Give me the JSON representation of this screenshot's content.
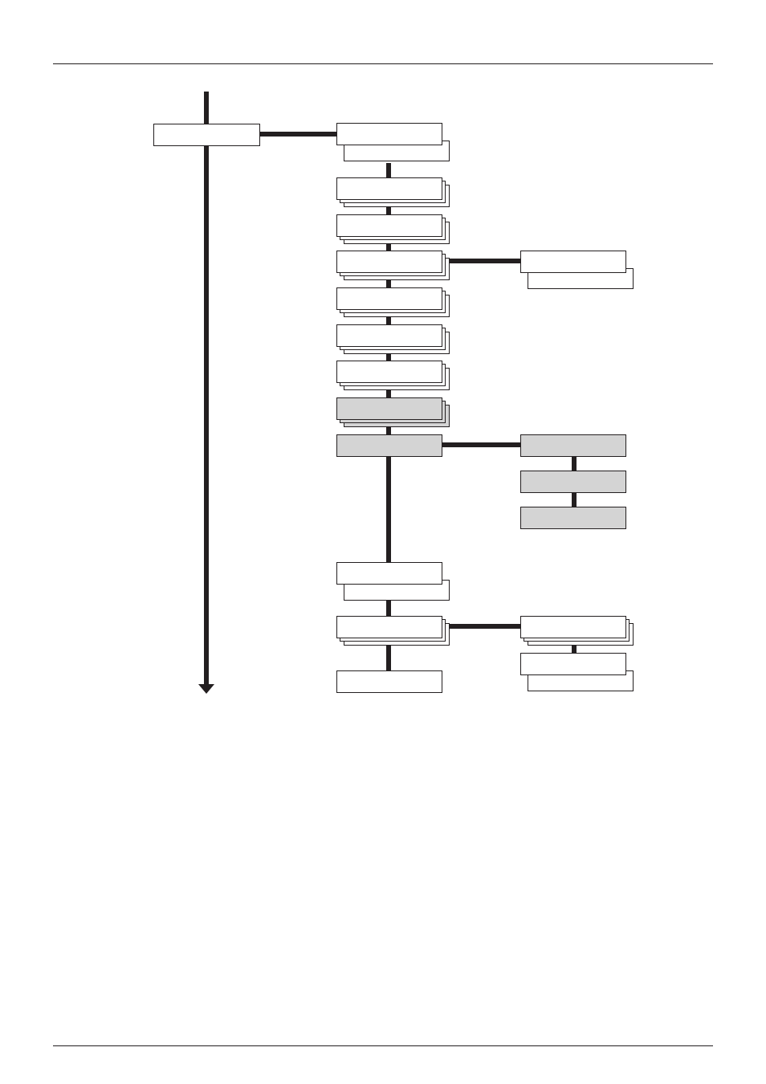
{
  "page": {
    "header_rule": true,
    "footer_rule": true
  },
  "colors": {
    "line": "#231f20",
    "box_fill": "#ffffff",
    "highlight_fill": "#d4d4d4",
    "box_stroke": "#231f20"
  },
  "diagram": {
    "type": "menu-flow",
    "labels_visible": false,
    "main_flow_arrow": "down",
    "root_box": {
      "label": "",
      "style": "single"
    },
    "level1": [
      {
        "label": "",
        "style": "double"
      },
      {
        "label": "",
        "style": "stack"
      },
      {
        "label": "",
        "style": "stack"
      },
      {
        "label": "",
        "style": "stack",
        "submenu": [
          {
            "label": "",
            "style": "double"
          }
        ]
      },
      {
        "label": "",
        "style": "stack"
      },
      {
        "label": "",
        "style": "stack"
      },
      {
        "label": "",
        "style": "stack"
      },
      {
        "label": "",
        "style": "stack",
        "highlighted": true
      },
      {
        "label": "",
        "style": "single",
        "highlighted": true,
        "submenu": [
          {
            "label": "",
            "style": "single",
            "highlighted": true
          },
          {
            "label": "",
            "style": "single",
            "highlighted": true
          },
          {
            "label": "",
            "style": "single",
            "highlighted": true
          }
        ]
      },
      {
        "label": "",
        "style": "double"
      },
      {
        "label": "",
        "style": "stack",
        "submenu": [
          {
            "label": "",
            "style": "stack"
          },
          {
            "label": "",
            "style": "double"
          }
        ]
      },
      {
        "label": "",
        "style": "single"
      }
    ]
  }
}
